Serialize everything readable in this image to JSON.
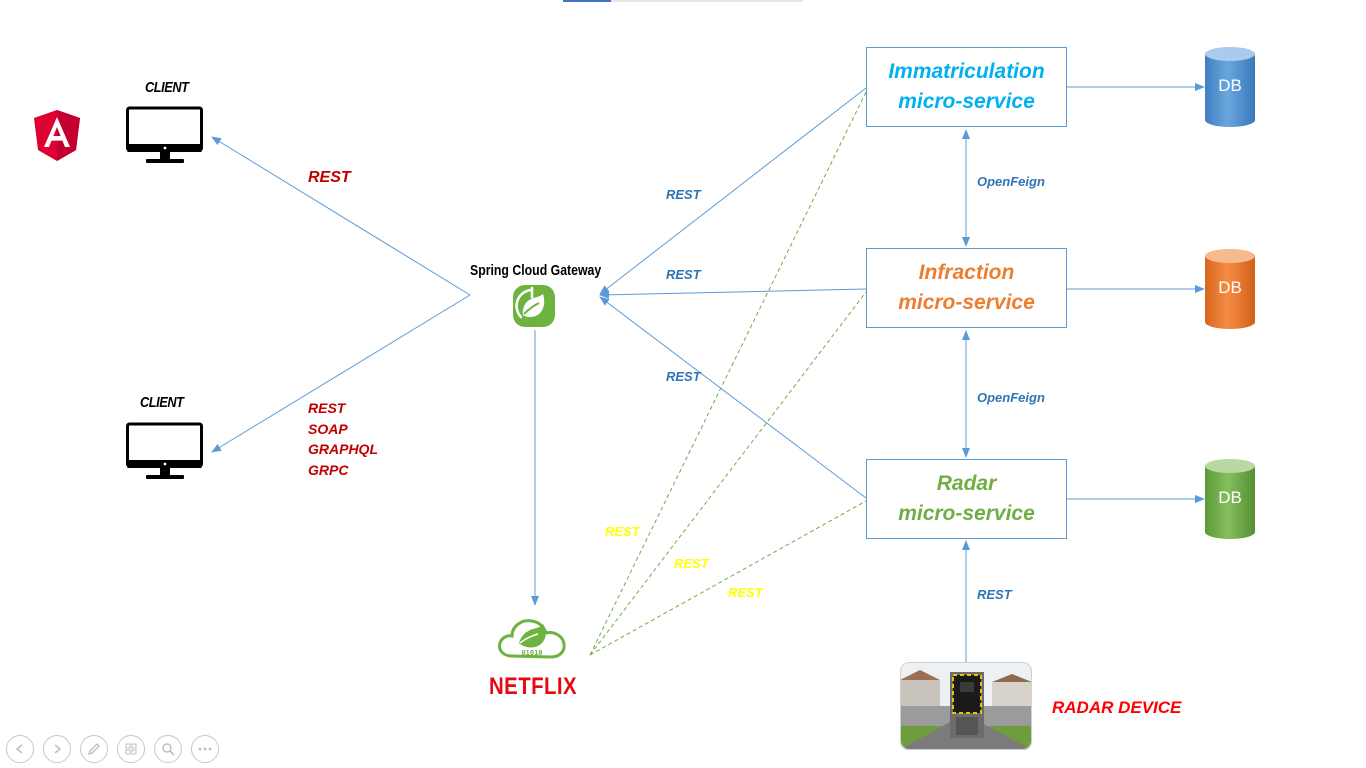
{
  "slideshow": {
    "progress_fraction": 0.2
  },
  "clients": {
    "top_label": "CLIENT",
    "bottom_label": "CLIENT"
  },
  "protocols": {
    "top_rest": "REST",
    "bottom_list": [
      "REST",
      "SOAP",
      "GRAPHQL",
      "GRPC"
    ]
  },
  "gateway": {
    "title": "Spring Cloud Gateway"
  },
  "discovery": {
    "logo_text": "NETFLIX"
  },
  "services": {
    "immatriculation": {
      "line1": "Immatriculation",
      "line2": "micro-service",
      "color": "#00b0f0"
    },
    "infraction": {
      "line1": "Infraction",
      "line2": "micro-service",
      "color": "#ed7d31"
    },
    "radar": {
      "line1": "Radar",
      "line2": "micro-service",
      "color": "#70ad47"
    }
  },
  "databases": {
    "db1": "DB",
    "db2": "DB",
    "db3": "DB"
  },
  "db_colors": {
    "blue": "#5b9bd5",
    "orange": "#ed7d31",
    "green": "#70ad47"
  },
  "edge_labels": {
    "gw_immat": "REST",
    "gw_infraction": "REST",
    "gw_radar": "REST",
    "feign_1": "OpenFeign",
    "feign_2": "OpenFeign",
    "radar_device": "REST",
    "eureka_1": "REST",
    "eureka_2": "REST",
    "eureka_3": "REST"
  },
  "radar_device": {
    "label": "RADAR DEVICE"
  },
  "colors": {
    "line_blue": "#5b9bd5",
    "dashed_green": "#70ad47",
    "protocol_red": "#c00000",
    "angular_red": "#dd0031",
    "spring_green": "#6db33f"
  },
  "icons": {
    "angular": "angular-logo-icon",
    "monitor": "desktop-monitor-icon",
    "spring": "spring-leaf-icon",
    "eureka": "spring-cloud-leaf-icon",
    "nav": [
      "previous-icon",
      "next-icon",
      "pen-icon",
      "slides-icon",
      "zoom-icon",
      "more-icon"
    ]
  }
}
